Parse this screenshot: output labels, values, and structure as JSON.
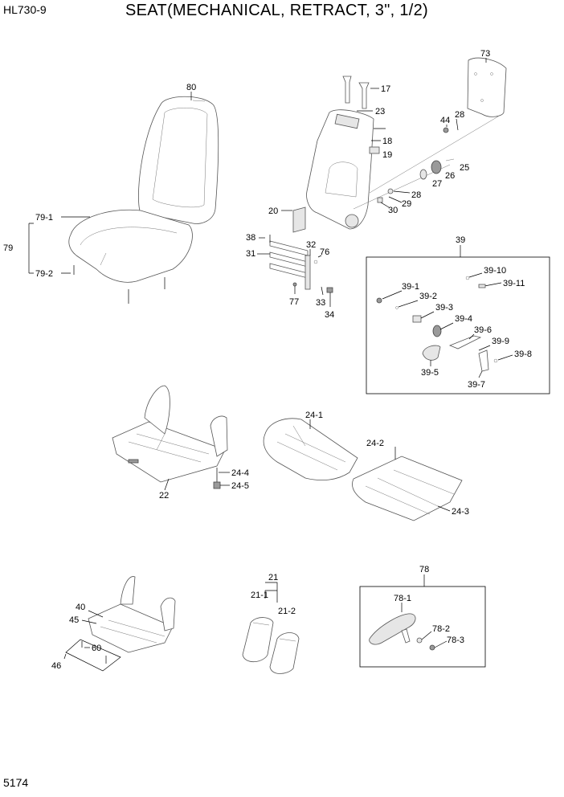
{
  "header": {
    "model": "HL730-9",
    "title": "SEAT(MECHANICAL, RETRACT, 3\", 1/2)"
  },
  "footer": {
    "page_number": "5174"
  },
  "callouts": {
    "c80": "80",
    "c79": "79",
    "c79_1": "79-1",
    "c79_2": "79-2",
    "c73": "73",
    "c17": "17",
    "c23": "23",
    "c18": "18",
    "c19": "19",
    "c44": "44",
    "c28a": "28",
    "c25": "25",
    "c26": "26",
    "c27": "27",
    "c28b": "28",
    "c29": "29",
    "c30": "30",
    "c20": "20",
    "c38": "38",
    "c31": "31",
    "c32": "32",
    "c76": "76",
    "c77": "77",
    "c33": "33",
    "c34": "34",
    "c39": "39",
    "c39_1": "39-1",
    "c39_2": "39-2",
    "c39_3": "39-3",
    "c39_4": "39-4",
    "c39_5": "39-5",
    "c39_6": "39-6",
    "c39_7": "39-7",
    "c39_8": "39-8",
    "c39_9": "39-9",
    "c39_10": "39-10",
    "c39_11": "39-11",
    "c24_1": "24-1",
    "c24_2": "24-2",
    "c24_3": "24-3",
    "c24_4": "24-4",
    "c24_5": "24-5",
    "c22": "22",
    "c21": "21",
    "c21_1": "21-1",
    "c21_2": "21-2",
    "c78": "78",
    "c78_1": "78-1",
    "c78_2": "78-2",
    "c78_3": "78-3",
    "c40": "40",
    "c45": "45",
    "c60": "60",
    "c46": "46"
  }
}
